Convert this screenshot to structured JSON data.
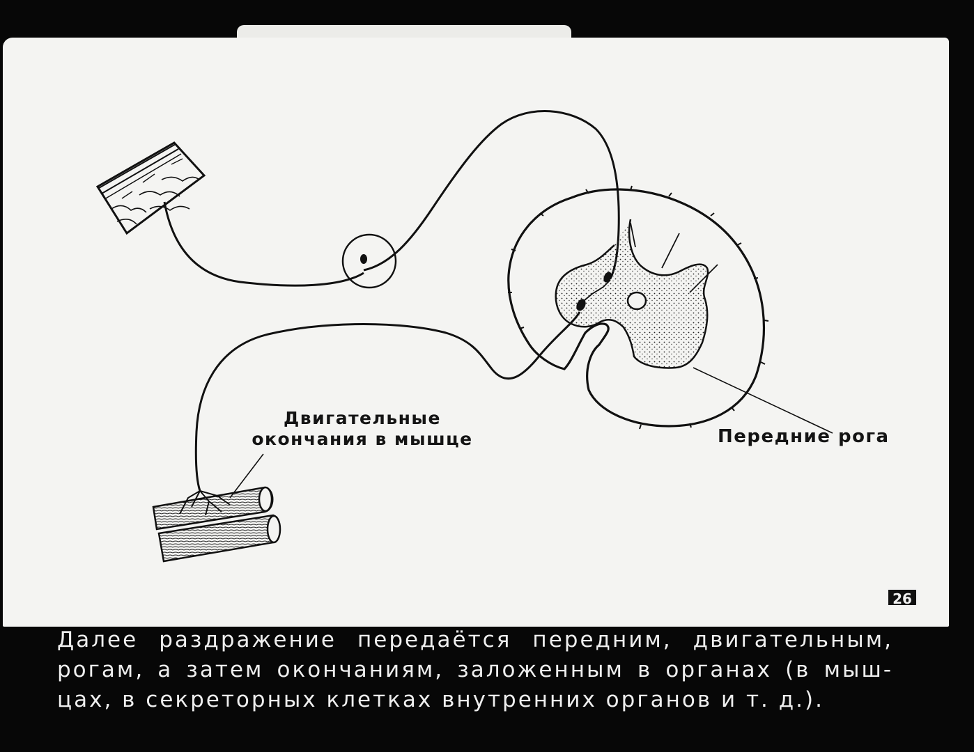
{
  "labels": {
    "motor_endings_line1": "Двигательные",
    "motor_endings_line2": "окончания в мышце",
    "anterior_horns": "Передние рога"
  },
  "page_number": "26",
  "caption": {
    "line1": "Далее раздражение передаётся передним, двигательным,",
    "line2": "рогам, а затем окончаниям, заложенным в органах (в мыш-",
    "line3": "цах, в секреторных клетках внутренних органов и т. д.)."
  },
  "colors": {
    "background": "#070707",
    "paper": "#f4f4f2",
    "ink": "#141414",
    "caption_text": "#eeeeee"
  }
}
